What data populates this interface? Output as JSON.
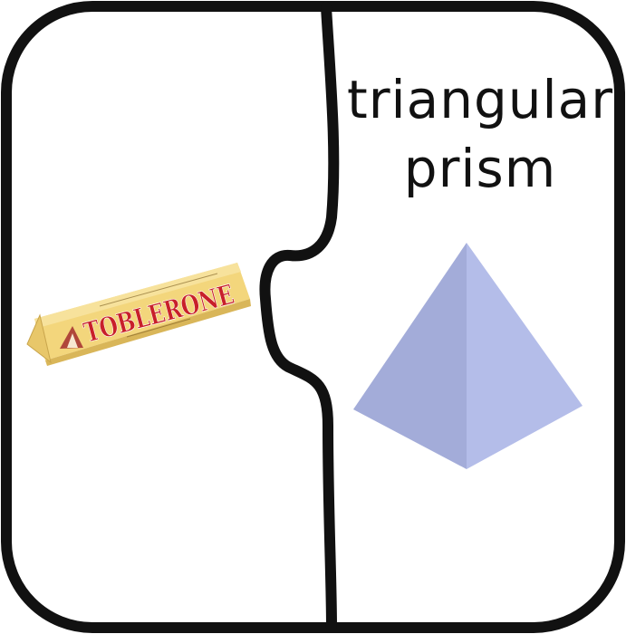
{
  "card": {
    "word_line1": "triangular",
    "word_line2": "prism",
    "brand_text": "TOBLERONE"
  },
  "colors": {
    "outline": "#111111",
    "pyramid_light": "#b4bde9",
    "pyramid_dark": "#a3acd9",
    "bar_gold": "#f3d67c",
    "brand_red": "#c8202a"
  },
  "icons": {
    "left_image": "toblerone-bar-icon",
    "right_image": "pyramid-shape-icon"
  }
}
